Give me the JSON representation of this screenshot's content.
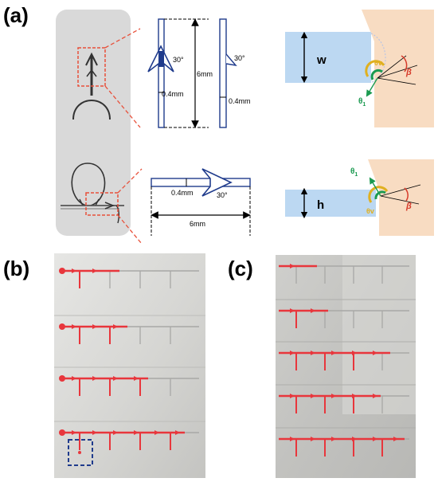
{
  "panels": {
    "a": "(a)",
    "b": "(b)",
    "c": "(c)"
  },
  "top_design": {
    "angle_label_1": "30°",
    "angle_label_2": "30°",
    "width_label_1": "0.4mm",
    "width_label_2": "0.4mm",
    "length_label": "6mm"
  },
  "bottom_design": {
    "width_label": "0.4mm",
    "angle_label": "30°",
    "length_label": "6mm"
  },
  "top_schematic": {
    "dimension": "w",
    "theta_v": "θv",
    "beta": "β",
    "theta_1": "θ",
    "theta_1_sub": "1"
  },
  "bottom_schematic": {
    "dimension": "h",
    "theta_v": "θv",
    "beta": "β",
    "theta_1": "θ",
    "theta_1_sub": "1"
  },
  "colors": {
    "channel_blue": "#1f3b8c",
    "fluid_blue": "#bcd8f2",
    "solid_peach": "#f8dcc2",
    "callout_red": "#e8503a",
    "dye_red": "#e8363c",
    "angle_yellow": "#e0b020",
    "angle_green": "#1b9a50",
    "beta_red": "#d63a2a",
    "gray_panel": "#d9d9d9"
  }
}
